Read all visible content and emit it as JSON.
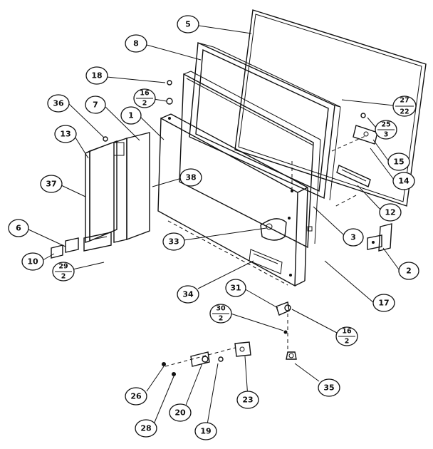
{
  "callouts": {
    "c5": "5",
    "c8": "8",
    "c18": "18",
    "c16a_top": "16",
    "c16a_bot": "2",
    "c36": "36",
    "c7": "7",
    "c1": "1",
    "c13": "13",
    "c37": "37",
    "c38": "38",
    "c27_top": "27",
    "c27_bot": "22",
    "c25_top": "25",
    "c25_bot": "3",
    "c15": "15",
    "c14": "14",
    "c12": "12",
    "c3": "3",
    "c2": "2",
    "c6": "6",
    "c10": "10",
    "c29_top": "29",
    "c29_bot": "2",
    "c33": "33",
    "c34": "34",
    "c31": "31",
    "c17": "17",
    "c30_top": "30",
    "c30_bot": "2",
    "c16b_top": "16",
    "c16b_bot": "2",
    "c35": "35",
    "c26": "26",
    "c28": "28",
    "c20": "20",
    "c19": "19",
    "c23": "23"
  }
}
